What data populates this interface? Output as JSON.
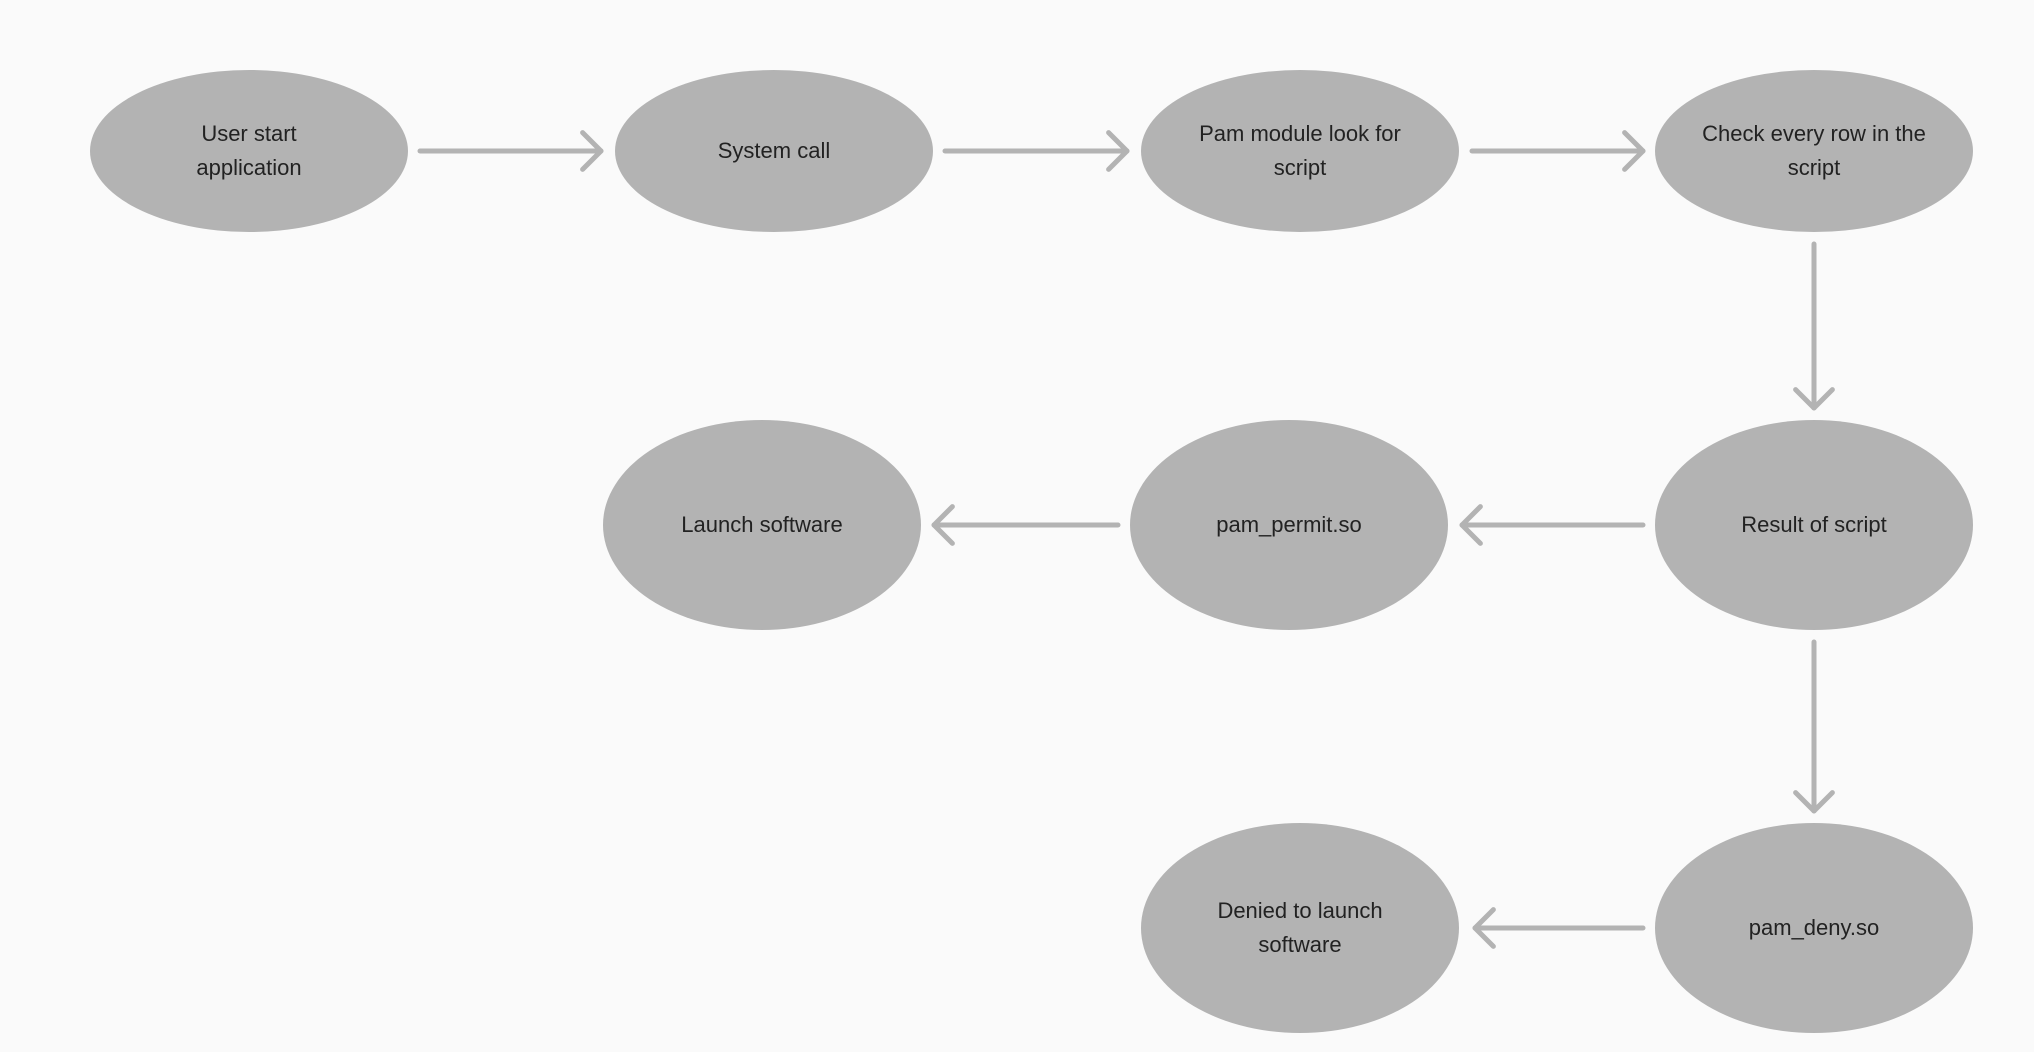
{
  "colors": {
    "background": "#fafafa",
    "node_fill": "#b3b3b3",
    "arrow_stroke": "#b3b3b3",
    "text": "#222222"
  },
  "nodes": {
    "user_start": {
      "label": "User start application"
    },
    "system_call": {
      "label": "System call"
    },
    "pam_module": {
      "label": "Pam module look for script"
    },
    "check_rows": {
      "label": "Check every row in the script"
    },
    "result": {
      "label": "Result of script"
    },
    "pam_permit": {
      "label": "pam_permit.so"
    },
    "launch": {
      "label": "Launch software"
    },
    "pam_deny": {
      "label": "pam_deny.so"
    },
    "denied": {
      "label": "Denied to launch software"
    }
  },
  "edges": [
    {
      "from": "user_start",
      "to": "system_call"
    },
    {
      "from": "system_call",
      "to": "pam_module"
    },
    {
      "from": "pam_module",
      "to": "check_rows"
    },
    {
      "from": "check_rows",
      "to": "result"
    },
    {
      "from": "result",
      "to": "pam_permit"
    },
    {
      "from": "pam_permit",
      "to": "launch"
    },
    {
      "from": "result",
      "to": "pam_deny"
    },
    {
      "from": "pam_deny",
      "to": "denied"
    }
  ]
}
